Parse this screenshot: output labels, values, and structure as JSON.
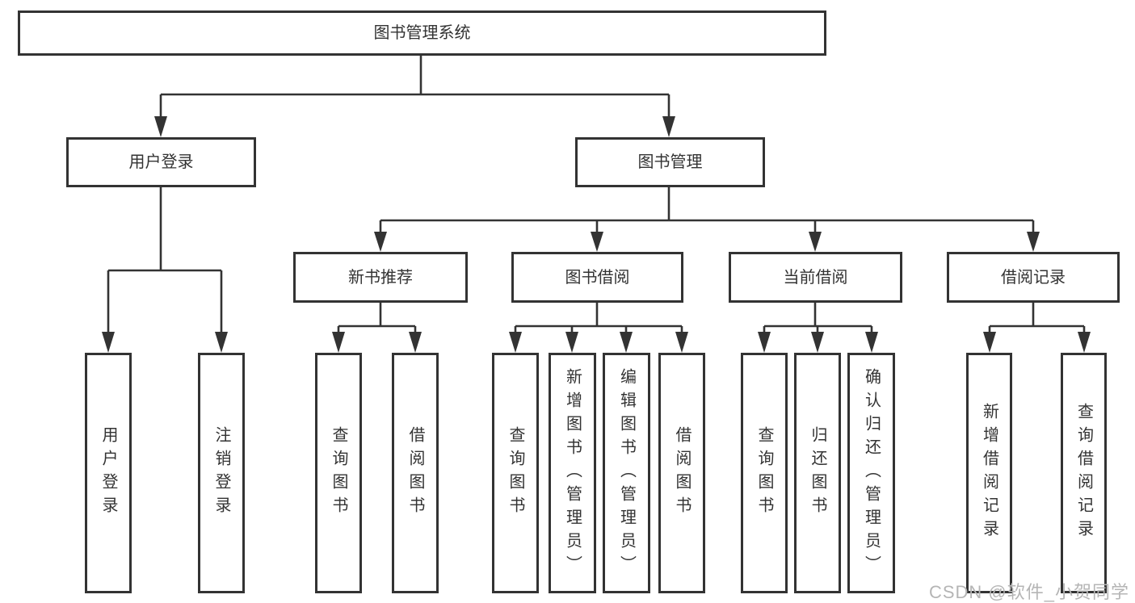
{
  "colors": {
    "line": "#333333",
    "border": "#333333",
    "text": "#333333",
    "background": "#ffffff",
    "watermark": "#b5b5b5"
  },
  "diagram": {
    "title": "图书管理系统",
    "branches": [
      {
        "label": "用户登录",
        "children": [
          "用户登录",
          "注销登录"
        ]
      },
      {
        "label": "图书管理",
        "children": [
          {
            "label": "新书推荐",
            "children": [
              "查询图书",
              "借阅图书"
            ]
          },
          {
            "label": "图书借阅",
            "children": [
              "查询图书",
              "新增图书（管理员）",
              "编辑图书（管理员）",
              "借阅图书"
            ]
          },
          {
            "label": "当前借阅",
            "children": [
              "查询图书",
              "归还图书",
              "确认归还（管理员）"
            ]
          },
          {
            "label": "借阅记录",
            "children": [
              "新增借阅记录",
              "查询借阅记录"
            ]
          }
        ]
      }
    ]
  },
  "watermark": {
    "text": "CSDN @软件_小贺同学"
  }
}
